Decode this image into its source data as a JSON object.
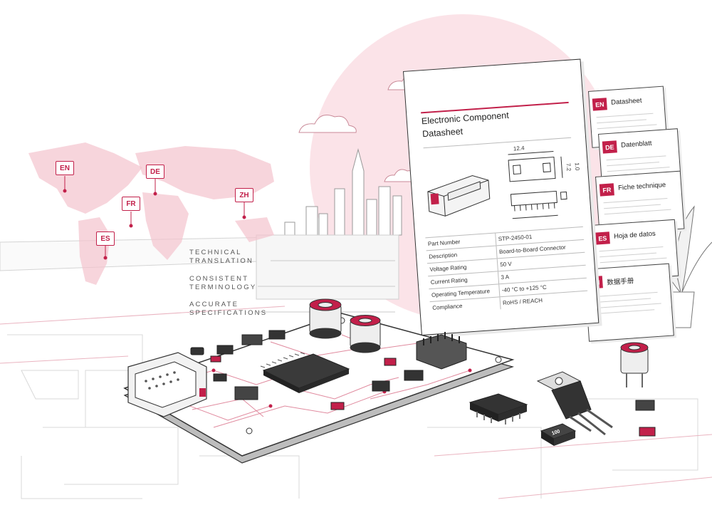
{
  "languages_map": [
    "EN",
    "DE",
    "FR",
    "ZH",
    "ES"
  ],
  "features": [
    [
      "TECHNICAL",
      "TRANSLATION"
    ],
    [
      "CONSISTENT",
      "TERMINOLOGY"
    ],
    [
      "ACCURATE",
      "SPECIFICATIONS"
    ]
  ],
  "datasheet": {
    "title_line1": "Electronic Component",
    "title_line2": "Datasheet",
    "dim_width": "12.4",
    "dim_height": "7.2",
    "dim_depth": "1.0",
    "specs": [
      {
        "key": "Part Number",
        "value": "STP-2450-01"
      },
      {
        "key": "Description",
        "value": "Board-to-Board Connector"
      },
      {
        "key": "Voltage Rating",
        "value": "50 V"
      },
      {
        "key": "Current Rating",
        "value": "3 A"
      },
      {
        "key": "Operating Temperature",
        "value": "-40 °C to +125 °C"
      },
      {
        "key": "Compliance",
        "value": "RoHS / REACH"
      }
    ]
  },
  "translations": [
    {
      "code": "EN",
      "name": "Datasheet"
    },
    {
      "code": "DE",
      "name": "Datenblatt"
    },
    {
      "code": "FR",
      "name": "Fiche technique"
    },
    {
      "code": "ES",
      "name": "Hoja de datos"
    },
    {
      "code": "ZH",
      "name": "数据手册"
    }
  ],
  "component_marking": "100",
  "colors": {
    "accent": "#c2204a",
    "accent_light": "#f7d6dd",
    "line": "#333333"
  }
}
